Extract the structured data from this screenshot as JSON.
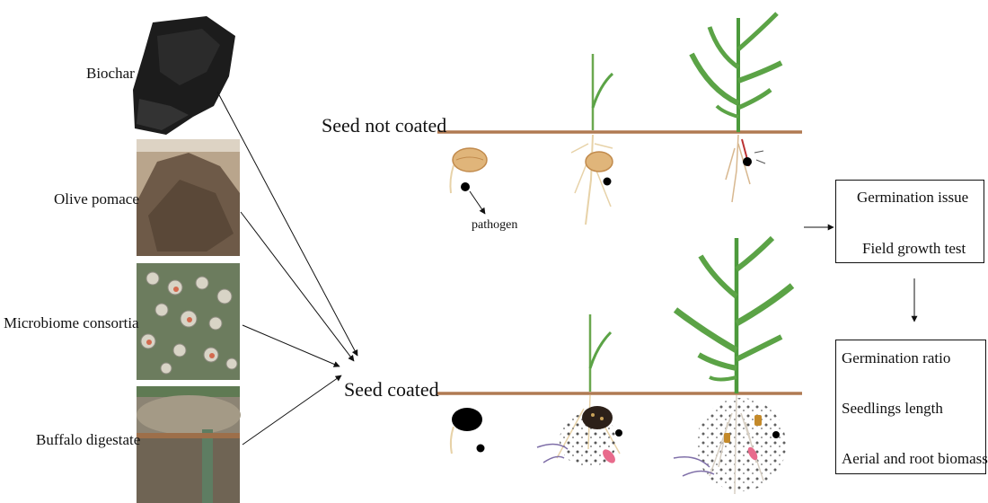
{
  "inputs": {
    "biochar": "Biochar",
    "olive_pomace": "Olive pomace",
    "microbiome": "Microbiome consortia",
    "buffalo_digestate": "Buffalo digestate"
  },
  "rows": {
    "not_coated": "Seed not coated",
    "coated": "Seed coated"
  },
  "pathogen_label": "pathogen",
  "box_top": {
    "line1": "Germination issue",
    "line2": "Field growth test"
  },
  "box_bottom": {
    "line1": "Germination ratio",
    "line2": "Seedlings length",
    "line3": "Aerial and root biomass"
  }
}
